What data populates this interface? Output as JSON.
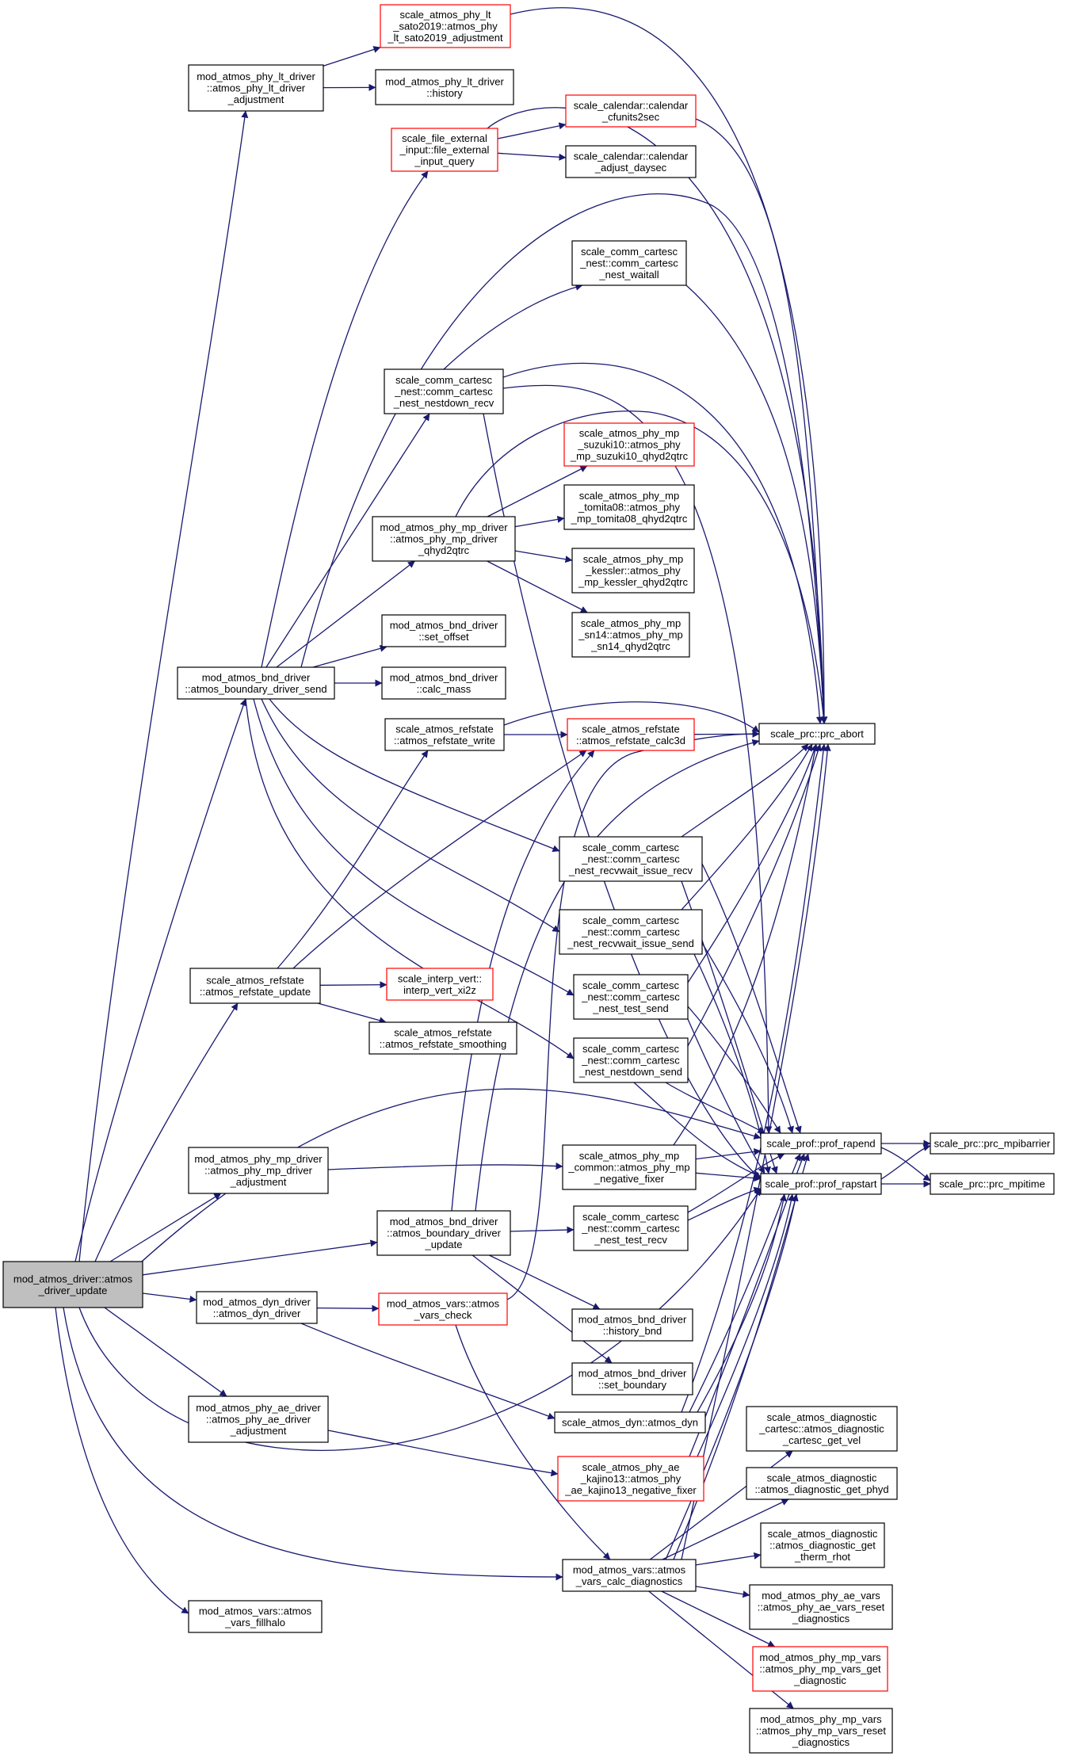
{
  "colors": {
    "edge": "#191970",
    "border": "#000000",
    "highlight_border": "#ff0000",
    "root_fill": "#bfbfbf",
    "background": "#ffffff"
  },
  "nodes": [
    {
      "id": "root",
      "lines": [
        "mod_atmos_driver::atmos",
        "_driver_update"
      ]
    },
    {
      "id": "lt_adj",
      "lines": [
        "mod_atmos_phy_lt_driver",
        "::atmos_phy_lt_driver",
        "_adjustment"
      ]
    },
    {
      "id": "lt_sato",
      "lines": [
        "scale_atmos_phy_lt",
        "_sato2019::atmos_phy",
        "_lt_sato2019_adjustment"
      ]
    },
    {
      "id": "lt_hist",
      "lines": [
        "mod_atmos_phy_lt_driver",
        "::history"
      ]
    },
    {
      "id": "file_ext",
      "lines": [
        "scale_file_external",
        "_input::file_external",
        "_input_query"
      ]
    },
    {
      "id": "cal_cf",
      "lines": [
        "scale_calendar::calendar",
        "_cfunits2sec"
      ]
    },
    {
      "id": "cal_adj",
      "lines": [
        "scale_calendar::calendar",
        "_adjust_daysec"
      ]
    },
    {
      "id": "nest_waitall",
      "lines": [
        "scale_comm_cartesc",
        "_nest::comm_cartesc",
        "_nest_waitall"
      ]
    },
    {
      "id": "nest_nd_recv",
      "lines": [
        "scale_comm_cartesc",
        "_nest::comm_cartesc",
        "_nest_nestdown_recv"
      ]
    },
    {
      "id": "mp_suzuki",
      "lines": [
        "scale_atmos_phy_mp",
        "_suzuki10::atmos_phy",
        "_mp_suzuki10_qhyd2qtrc"
      ]
    },
    {
      "id": "mp_tomita",
      "lines": [
        "scale_atmos_phy_mp",
        "_tomita08::atmos_phy",
        "_mp_tomita08_qhyd2qtrc"
      ]
    },
    {
      "id": "mp_qhyd",
      "lines": [
        "mod_atmos_phy_mp_driver",
        "::atmos_phy_mp_driver",
        "_qhyd2qtrc"
      ]
    },
    {
      "id": "mp_kessler",
      "lines": [
        "scale_atmos_phy_mp",
        "_kessler::atmos_phy",
        "_mp_kessler_qhyd2qtrc"
      ]
    },
    {
      "id": "mp_sn14",
      "lines": [
        "scale_atmos_phy_mp",
        "_sn14::atmos_phy_mp",
        "_sn14_qhyd2qtrc"
      ]
    },
    {
      "id": "bnd_set_offset",
      "lines": [
        "mod_atmos_bnd_driver",
        "::set_offset"
      ]
    },
    {
      "id": "bnd_send",
      "lines": [
        "mod_atmos_bnd_driver",
        "::atmos_boundary_driver_send"
      ]
    },
    {
      "id": "bnd_calc_mass",
      "lines": [
        "mod_atmos_bnd_driver",
        "::calc_mass"
      ]
    },
    {
      "id": "ref_write",
      "lines": [
        "scale_atmos_refstate",
        "::atmos_refstate_write"
      ]
    },
    {
      "id": "ref_calc3d",
      "lines": [
        "scale_atmos_refstate",
        "::atmos_refstate_calc3d"
      ]
    },
    {
      "id": "prc_abort",
      "lines": [
        "scale_prc::prc_abort"
      ]
    },
    {
      "id": "nest_rw_recv",
      "lines": [
        "scale_comm_cartesc",
        "_nest::comm_cartesc",
        "_nest_recvwait_issue_recv"
      ]
    },
    {
      "id": "nest_rw_send",
      "lines": [
        "scale_comm_cartesc",
        "_nest::comm_cartesc",
        "_nest_recvwait_issue_send"
      ]
    },
    {
      "id": "ref_update",
      "lines": [
        "scale_atmos_refstate",
        "::atmos_refstate_update"
      ]
    },
    {
      "id": "interp",
      "lines": [
        "scale_interp_vert::",
        "interp_vert_xi2z"
      ]
    },
    {
      "id": "nest_test_send",
      "lines": [
        "scale_comm_cartesc",
        "_nest::comm_cartesc",
        "_nest_test_send"
      ]
    },
    {
      "id": "ref_smooth",
      "lines": [
        "scale_atmos_refstate",
        "::atmos_refstate_smoothing"
      ]
    },
    {
      "id": "nest_nd_send",
      "lines": [
        "scale_comm_cartesc",
        "_nest::comm_cartesc",
        "_nest_nestdown_send"
      ]
    },
    {
      "id": "mp_adj",
      "lines": [
        "mod_atmos_phy_mp_driver",
        "::atmos_phy_mp_driver",
        "_adjustment"
      ]
    },
    {
      "id": "mp_negfix",
      "lines": [
        "scale_atmos_phy_mp",
        "_common::atmos_phy_mp",
        "_negative_fixer"
      ]
    },
    {
      "id": "rapend",
      "lines": [
        "scale_prof::prof_rapend"
      ]
    },
    {
      "id": "mpibarrier",
      "lines": [
        "scale_prc::prc_mpibarrier"
      ]
    },
    {
      "id": "rapstart",
      "lines": [
        "scale_prof::prof_rapstart"
      ]
    },
    {
      "id": "mpitime",
      "lines": [
        "scale_prc::prc_mpitime"
      ]
    },
    {
      "id": "bnd_update",
      "lines": [
        "mod_atmos_bnd_driver",
        "::atmos_boundary_driver",
        "_update"
      ]
    },
    {
      "id": "nest_test_recv",
      "lines": [
        "scale_comm_cartesc",
        "_nest::comm_cartesc",
        "_nest_test_recv"
      ]
    },
    {
      "id": "dyn_driver",
      "lines": [
        "mod_atmos_dyn_driver",
        "::atmos_dyn_driver"
      ]
    },
    {
      "id": "vars_check",
      "lines": [
        "mod_atmos_vars::atmos",
        "_vars_check"
      ]
    },
    {
      "id": "bnd_hist",
      "lines": [
        "mod_atmos_bnd_driver",
        "::history_bnd"
      ]
    },
    {
      "id": "bnd_setb",
      "lines": [
        "mod_atmos_bnd_driver",
        "::set_boundary"
      ]
    },
    {
      "id": "ae_adj",
      "lines": [
        "mod_atmos_phy_ae_driver",
        "::atmos_phy_ae_driver",
        "_adjustment"
      ]
    },
    {
      "id": "dyn",
      "lines": [
        "scale_atmos_dyn::atmos_dyn"
      ]
    },
    {
      "id": "diag_vel",
      "lines": [
        "scale_atmos_diagnostic",
        "_cartesc::atmos_diagnostic",
        "_cartesc_get_vel"
      ]
    },
    {
      "id": "ae_kaj",
      "lines": [
        "scale_atmos_phy_ae",
        "_kajino13::atmos_phy",
        "_ae_kajino13_negative_fixer"
      ]
    },
    {
      "id": "diag_phyd",
      "lines": [
        "scale_atmos_diagnostic",
        "::atmos_diagnostic_get_phyd"
      ]
    },
    {
      "id": "diag_therm",
      "lines": [
        "scale_atmos_diagnostic",
        "::atmos_diagnostic_get",
        "_therm_rhot"
      ]
    },
    {
      "id": "calc_diag",
      "lines": [
        "mod_atmos_vars::atmos",
        "_vars_calc_diagnostics"
      ]
    },
    {
      "id": "ae_reset",
      "lines": [
        "mod_atmos_phy_ae_vars",
        "::atmos_phy_ae_vars_reset",
        "_diagnostics"
      ]
    },
    {
      "id": "fillhalo",
      "lines": [
        "mod_atmos_vars::atmos",
        "_vars_fillhalo"
      ]
    },
    {
      "id": "mp_vars_get",
      "lines": [
        "mod_atmos_phy_mp_vars",
        "::atmos_phy_mp_vars_get",
        "_diagnostic"
      ]
    },
    {
      "id": "mp_vars_reset",
      "lines": [
        "mod_atmos_phy_mp_vars",
        "::atmos_phy_mp_vars_reset",
        "_diagnostics"
      ]
    }
  ]
}
